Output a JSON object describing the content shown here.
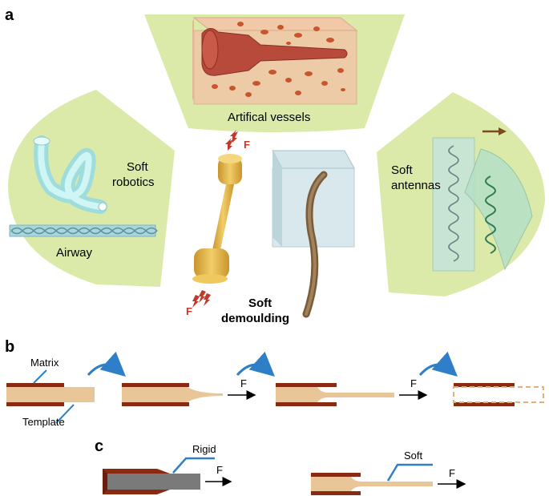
{
  "panel_a": {
    "letter": "a",
    "top_label": "Artifical vessels",
    "left_label_line1": "Soft",
    "left_label_line2": "robotics",
    "left_bottom_label": "Airway",
    "right_label_line1": "Soft",
    "right_label_line2": "antennas",
    "force_top": "F",
    "force_bottom": "F",
    "demould_line1": "Soft",
    "demould_line2": "demoulding"
  },
  "panel_b": {
    "letter": "b",
    "matrix_label": "Matrix",
    "template_label": "Template",
    "force_labels": [
      "F",
      "F",
      "F"
    ]
  },
  "panel_c": {
    "letter": "c",
    "rigid_label": "Rigid",
    "soft_label": "Soft",
    "force_labels": [
      "F",
      "F"
    ]
  },
  "colors": {
    "background_sector": "#dbeaa9",
    "matrix_brown": "#8b2a12",
    "template_tan": "#e8c697",
    "rigid_gray": "#7a7a7a",
    "arrow_blue": "#2f7fc8",
    "tube_cyan": "#bfeeee",
    "yellow_specimen": "#e8be52"
  }
}
